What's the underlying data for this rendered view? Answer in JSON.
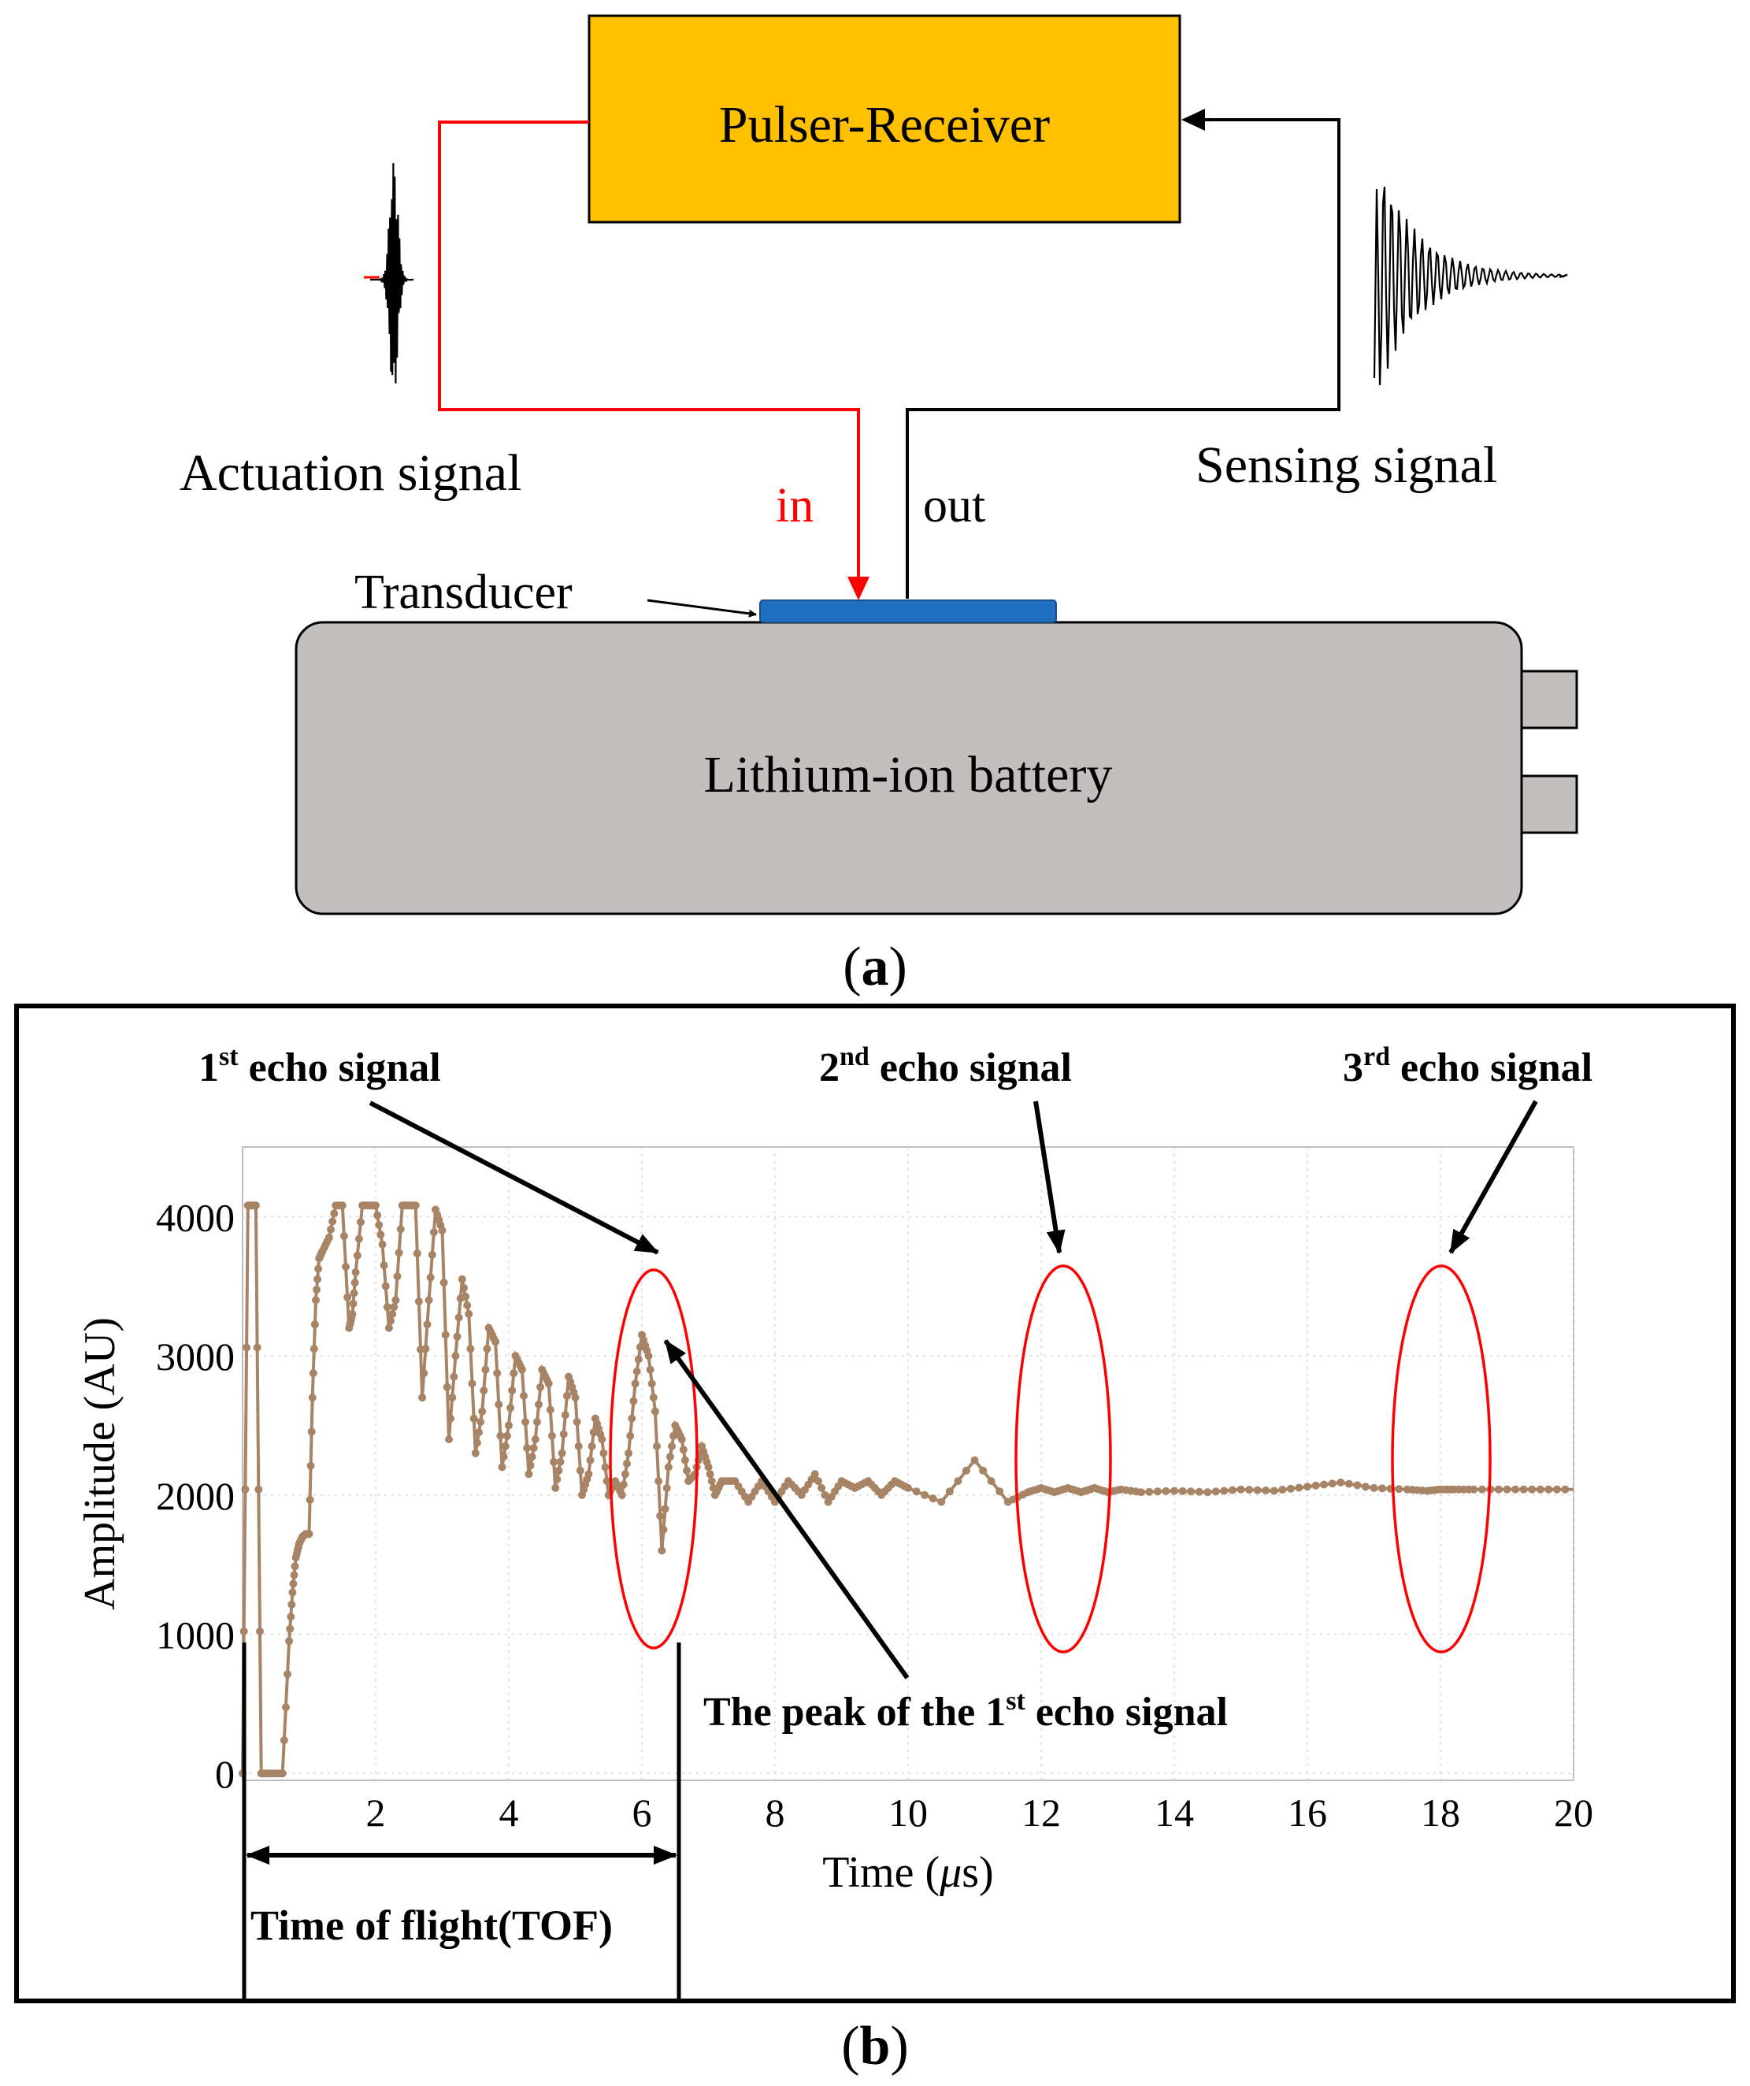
{
  "panel_a": {
    "pulser_label": "Pulser-Receiver",
    "actuation_label": "Actuation signal",
    "sensing_label": "Sensing signal",
    "in_label": "in",
    "out_label": "out",
    "transducer_label": "Transducer",
    "battery_label": "Lithium-ion battery",
    "caption_open": "(",
    "caption_letter": "a",
    "caption_close": ")"
  },
  "panel_b": {
    "echo1_num": "1",
    "echo1_sup": "st",
    "echo1_rest": " echo signal",
    "echo2_num": "2",
    "echo2_sup": "nd",
    "echo2_rest": " echo signal",
    "echo3_num": "3",
    "echo3_sup": "rd",
    "echo3_rest": " echo signal",
    "peak_prefix": "The peak of the 1",
    "peak_sup": "st",
    "peak_suffix": " echo signal",
    "tof_label": "Time of flight(TOF)",
    "caption_open": "(",
    "caption_letter": "b",
    "caption_close": ")"
  },
  "colors": {
    "pulser_fill": "#FFC000",
    "battery_fill": "#C4BFBF",
    "transducer_fill": "#1F6FC0",
    "in_wire": "#FF0000",
    "trace": "#A88466",
    "ellipse": "#FF0000"
  },
  "chart_data": {
    "type": "line",
    "xlabel_prefix": "Time (",
    "xlabel_unit": "μ",
    "xlabel_suffix": "s)",
    "ylabel": "Amplitude (AU)",
    "xlim": [
      0,
      20
    ],
    "ylim": [
      -50,
      4500
    ],
    "xticks": [
      2,
      4,
      6,
      8,
      10,
      12,
      14,
      16,
      18,
      20
    ],
    "yticks": [
      0,
      1000,
      2000,
      3000,
      4000
    ],
    "x": [
      0.0,
      0.08,
      0.12,
      0.2,
      0.28,
      0.35,
      0.45,
      0.6,
      0.7,
      0.75,
      0.8,
      0.85,
      0.9,
      0.95,
      1.0,
      1.05,
      1.1,
      1.15,
      1.2,
      1.3,
      1.4,
      1.5,
      1.6,
      1.65,
      1.7,
      1.8,
      1.9,
      2.0,
      2.1,
      2.2,
      2.3,
      2.4,
      2.5,
      2.6,
      2.7,
      2.8,
      2.9,
      3.0,
      3.1,
      3.2,
      3.3,
      3.4,
      3.5,
      3.6,
      3.7,
      3.8,
      3.9,
      4.0,
      4.1,
      4.2,
      4.3,
      4.4,
      4.5,
      4.6,
      4.7,
      4.8,
      4.9,
      5.0,
      5.1,
      5.2,
      5.3,
      5.4,
      5.5,
      5.6,
      5.7,
      5.8,
      5.9,
      6.0,
      6.1,
      6.2,
      6.3,
      6.4,
      6.5,
      6.6,
      6.7,
      6.8,
      6.9,
      7.0,
      7.1,
      7.2,
      7.4,
      7.6,
      7.8,
      8.0,
      8.2,
      8.4,
      8.6,
      8.8,
      9.0,
      9.2,
      9.4,
      9.6,
      9.8,
      10.0,
      10.5,
      11.0,
      11.5,
      11.8,
      12.0,
      12.2,
      12.4,
      12.6,
      12.8,
      13.0,
      13.2,
      13.5,
      14.0,
      14.5,
      15.0,
      15.5,
      16.0,
      16.5,
      17.0,
      17.5,
      17.8,
      18.0,
      18.2,
      18.5,
      19.0,
      19.5,
      20.0
    ],
    "y": [
      0,
      4080,
      4080,
      4080,
      0,
      0,
      0,
      0,
      950,
      1300,
      1550,
      1650,
      1700,
      1720,
      1720,
      2700,
      3400,
      3700,
      3750,
      3850,
      4080,
      4080,
      3200,
      3300,
      3600,
      4080,
      4080,
      4080,
      3800,
      3200,
      3400,
      4080,
      4080,
      4080,
      2700,
      3400,
      4050,
      3900,
      2400,
      3000,
      3550,
      3300,
      2300,
      2600,
      3200,
      3100,
      2200,
      2500,
      3000,
      2900,
      2150,
      2400,
      2900,
      2800,
      2050,
      2300,
      2850,
      2700,
      2000,
      2150,
      2550,
      2400,
      2000,
      2100,
      2000,
      2300,
      2800,
      3150,
      3000,
      2600,
      1600,
      2200,
      2500,
      2400,
      2100,
      2150,
      2350,
      2200,
      2000,
      2100,
      2100,
      1950,
      2100,
      1950,
      2100,
      2000,
      2150,
      1950,
      2100,
      2050,
      2100,
      2000,
      2100,
      2050,
      1950,
      2250,
      1950,
      2020,
      2050,
      2020,
      2050,
      2020,
      2050,
      2020,
      2040,
      2020,
      2030,
      2020,
      2040,
      2030,
      2060,
      2090,
      2050,
      2040,
      2030,
      2040,
      2040,
      2040,
      2040,
      2040,
      2040
    ]
  }
}
